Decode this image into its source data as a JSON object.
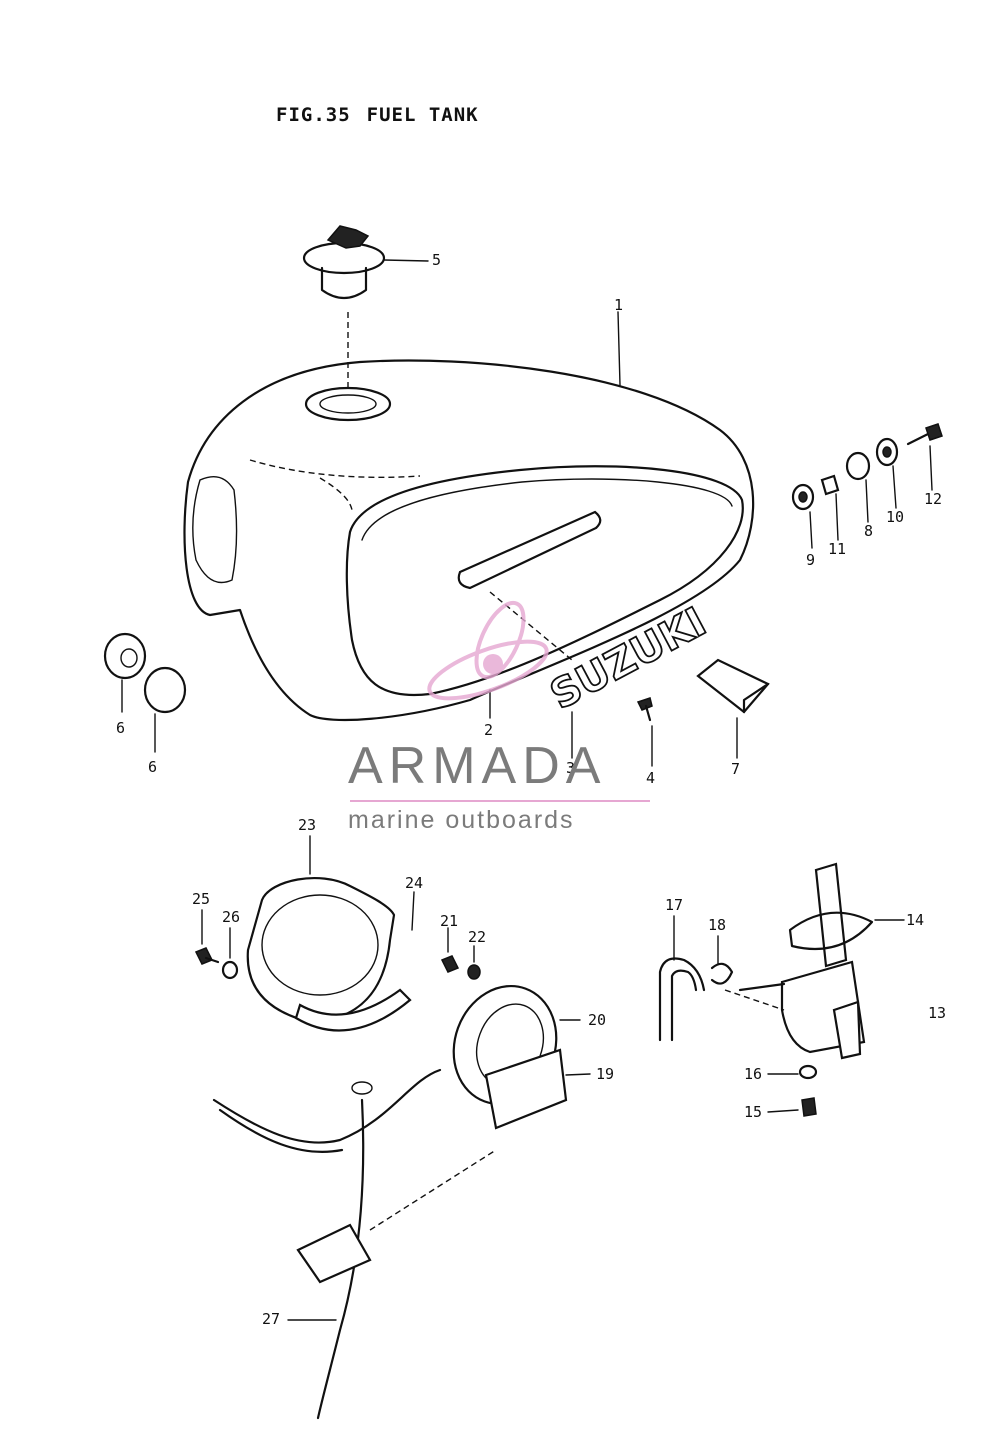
{
  "title": {
    "fig": "FIG.35",
    "name": "FUEL TANK"
  },
  "callouts": [
    {
      "id": "c5",
      "text": "5"
    },
    {
      "id": "c1",
      "text": "1"
    },
    {
      "id": "c12",
      "text": "12"
    },
    {
      "id": "c10",
      "text": "10"
    },
    {
      "id": "c8",
      "text": "8"
    },
    {
      "id": "c11",
      "text": "11"
    },
    {
      "id": "c9",
      "text": "9"
    },
    {
      "id": "c6a",
      "text": "6"
    },
    {
      "id": "c6b",
      "text": "6"
    },
    {
      "id": "c2",
      "text": "2"
    },
    {
      "id": "c3",
      "text": "3"
    },
    {
      "id": "c4",
      "text": "4"
    },
    {
      "id": "c7",
      "text": "7"
    },
    {
      "id": "c23",
      "text": "23"
    },
    {
      "id": "c24",
      "text": "24"
    },
    {
      "id": "c25",
      "text": "25"
    },
    {
      "id": "c26",
      "text": "26"
    },
    {
      "id": "c21",
      "text": "21"
    },
    {
      "id": "c22",
      "text": "22"
    },
    {
      "id": "c20",
      "text": "20"
    },
    {
      "id": "c19",
      "text": "19"
    },
    {
      "id": "c17",
      "text": "17"
    },
    {
      "id": "c18",
      "text": "18"
    },
    {
      "id": "c14",
      "text": "14"
    },
    {
      "id": "c13",
      "text": "13"
    },
    {
      "id": "c16",
      "text": "16"
    },
    {
      "id": "c15",
      "text": "15"
    },
    {
      "id": "c27",
      "text": "27"
    }
  ],
  "emblem": "SUZUKI",
  "watermark": {
    "brand": "ARMADA",
    "tagline": "marine outboards",
    "accent_color": "#e6a7d2",
    "text_color": "#7b7b7b"
  }
}
